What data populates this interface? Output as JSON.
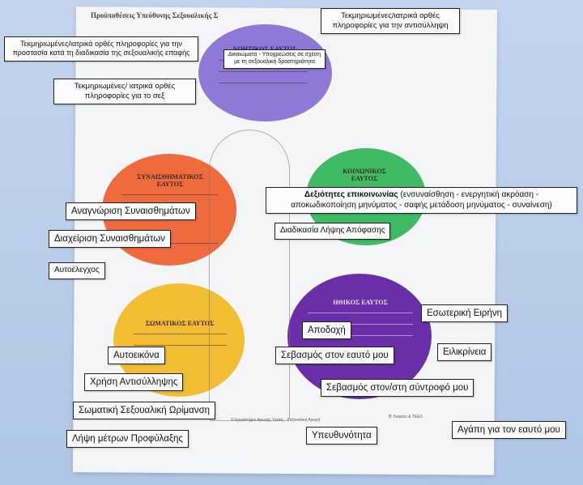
{
  "poster": {
    "title": "Προϋποθέσεις Υπεύθυνης Σεξουαλικής Σ",
    "circles": {
      "purple": {
        "title": "ΝΟΗΤΙΚΟΣ ΕΑΥΤΟΣ",
        "color": "#8f78d6"
      },
      "red": {
        "title": "ΣΥΝΑΙΣΘΗΜΑΤΙΚΟΣ\nΕΑΥΤΟΣ",
        "color": "#ef6a3d"
      },
      "green": {
        "title": "ΚΟΙΝΩΝΙΚΟΣ\nΕΑΥΤΟΣ",
        "color": "#3fbb63"
      },
      "yellow": {
        "title": "ΣΩΜΑΤΙΚΟΣ ΕΑΥΤΟΣ",
        "color": "#f2bd32"
      },
      "violet": {
        "title": "ΗΘΙΚΟΣ ΕΑΥΤΟΣ",
        "color": "#6a2fa8"
      }
    },
    "footer_left": "© Εργαστήριο Αγωγής Υγείας - Σεξουαλική Αγωγή",
    "footer_right": "Β' Λυκείου & ΤΕΕΛ"
  },
  "cards": {
    "top_right": "Τεκμηριωμένες/ιατρικά ορθές πληροφορίες για την αντισύλληψη",
    "top_left": "Τεκμηριωμένες/ιατρικά ορθές πληροφορίες για την προστασία κατά τη διαδικασία της σεξουαλικής επαφής",
    "info_sex": "Τεκμηριωμένες/ ιατρικά ορθές πληροφορίες για το σεξ",
    "rights": "Δικαιώματα - Υποχρεώσεις σε σχέση με τη σεξουαλική δραστηριότητα",
    "communication_bold": "Δεξιότητες επικοινωνίας",
    "communication_rest": "(ενσυναίσθηση - ενεργητική ακρόαση - αποκωδικοποίηση μηνύματος - σαφής μετάδοση μηνύματος - συναίνεση)",
    "recognition": "Αναγνώριση Συναισθημάτων",
    "management": "Διαχείριση Συναισθημάτων",
    "decision": "Διαδικασία Λήψης Απόφασης",
    "self_control": "Αυτοέλεγχος",
    "acceptance": "Αποδοχή",
    "inner_peace": "Εσωτερική Ειρήνη",
    "sincerity": "Ειλικρίνεια",
    "self_image": "Αυτοεικόνα",
    "self_respect": "Σεβασμός στον εαυτό μου",
    "contraception": "Χρήση Αντισύλληψης",
    "partner_respect": "Σεβασμός στον/στη σύντροφό μου",
    "maturation": "Σωματική Σεξουαλική Ωρίμανση",
    "self_love": "Αγάπη για τον εαυτό μου",
    "responsibility": "Υπευθυνότητα",
    "prevention": "Λήψη μέτρων Προφύλαξης"
  }
}
